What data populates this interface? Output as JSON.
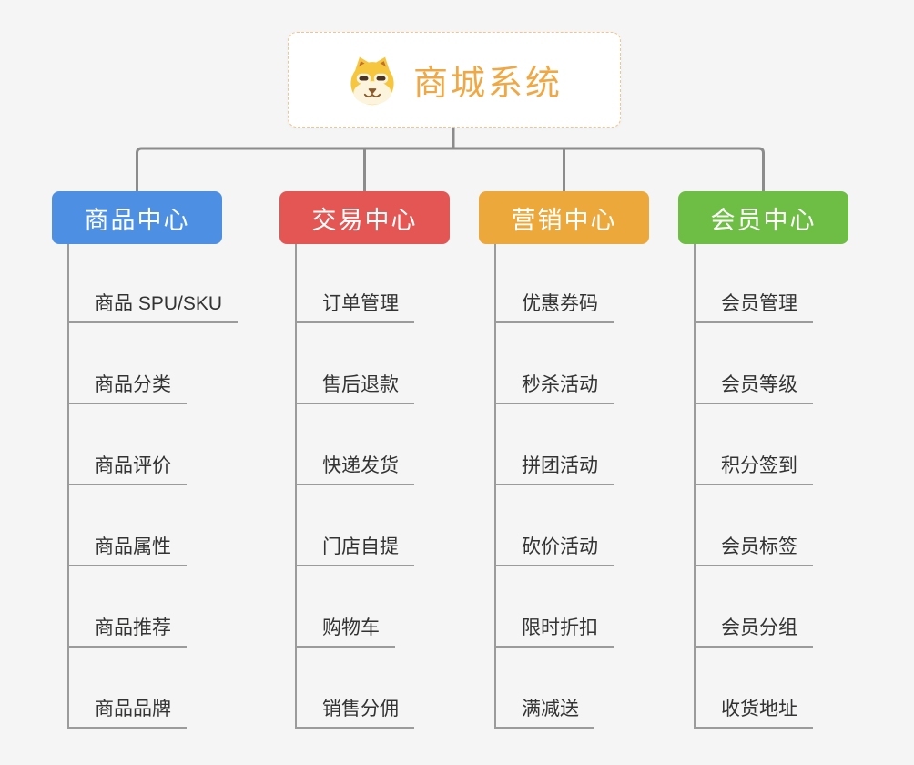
{
  "root": {
    "title": "商城系统",
    "icon": "shiba-dog-icon"
  },
  "branches": [
    {
      "label": "商品中心",
      "color": "#4D8FE3",
      "items": [
        "商品 SPU/SKU",
        "商品分类",
        "商品评价",
        "商品属性",
        "商品推荐",
        "商品品牌"
      ]
    },
    {
      "label": "交易中心",
      "color": "#E45653",
      "items": [
        "订单管理",
        "售后退款",
        "快递发货",
        "门店自提",
        "购物车",
        "销售分佣"
      ]
    },
    {
      "label": "营销中心",
      "color": "#ECA83B",
      "items": [
        "优惠券码",
        "秒杀活动",
        "拼团活动",
        "砍价活动",
        "限时折扣",
        "满减送"
      ]
    },
    {
      "label": "会员中心",
      "color": "#6EBE45",
      "items": [
        "会员管理",
        "会员等级",
        "积分签到",
        "会员标签",
        "会员分组",
        "收货地址"
      ]
    }
  ],
  "colors": {
    "background": "#F5F5F6",
    "connector": "#8C8C8C",
    "underline": "#9B9B9B",
    "item_text": "#333333",
    "root_text": "#F0A845",
    "root_border": "#F2C48E"
  }
}
